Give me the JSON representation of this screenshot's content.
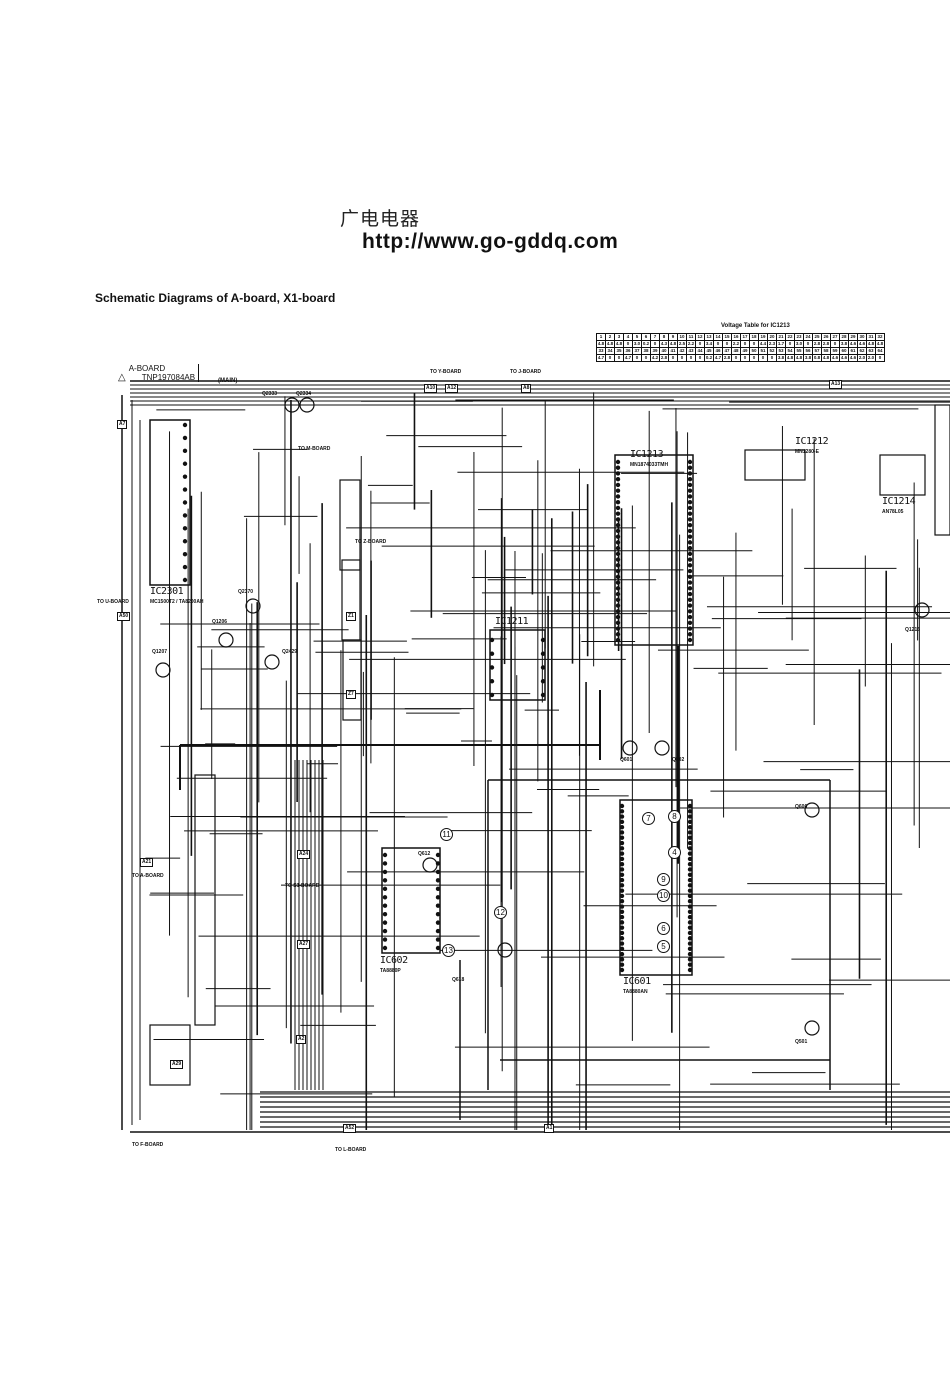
{
  "header": {
    "site_name_cn": "广电电器",
    "url": "http://www.go-gddq.com",
    "title": "Schematic Diagrams of A-board, X1-board"
  },
  "voltage_table": {
    "title": "Voltage Table for IC1213",
    "rows": [
      [
        "1",
        "2",
        "3",
        "4",
        "5",
        "6",
        "7",
        "8",
        "9",
        "10",
        "11",
        "12",
        "13",
        "14",
        "15",
        "16",
        "17",
        "18",
        "19",
        "20",
        "21",
        "22",
        "23",
        "24",
        "25",
        "26",
        "27",
        "28",
        "29",
        "30",
        "31",
        "32"
      ],
      [
        "4.8",
        "4.8",
        "4.8",
        "0",
        "3.0",
        "0.2",
        "0",
        "4.3",
        "4.8",
        "2.5",
        "2.2",
        "0",
        "3.4",
        "0",
        "0",
        "2.2",
        "0",
        "0",
        "4.4",
        "2.3",
        "1.7",
        "0",
        "3.0",
        "0",
        "2.8",
        "2.8",
        "0",
        "3.8",
        "4.6",
        "4.6",
        "4.8",
        "4.8"
      ],
      [
        "33",
        "34",
        "35",
        "36",
        "37",
        "38",
        "39",
        "40",
        "41",
        "42",
        "43",
        "44",
        "45",
        "46",
        "47",
        "48",
        "49",
        "50",
        "51",
        "52",
        "53",
        "54",
        "55",
        "56",
        "57",
        "58",
        "59",
        "60",
        "61",
        "62",
        "63",
        "64"
      ],
      [
        "4.7",
        "0",
        "0",
        "4.7",
        "0",
        "0",
        "4.2",
        "2.8",
        "0",
        "0",
        "0",
        "0",
        "0.2",
        "4.7",
        "2.8",
        "0",
        "0",
        "0",
        "0",
        "0",
        "3.8",
        "4.8",
        "4.8",
        "3.8",
        "0.8",
        "4.8",
        "4.6",
        "4.6",
        "4.6",
        "2.0",
        "2.0",
        "0"
      ]
    ]
  },
  "board": {
    "name": "A-BOARD",
    "part_no": "TNP197084AB",
    "type": "(MAIN)"
  },
  "ics": [
    {
      "ref": "IC2301",
      "part": "MC1500T2 / TA8200AH"
    },
    {
      "ref": "IC1213",
      "part": "MN1874033TMH"
    },
    {
      "ref": "IC1212",
      "part": "MN1280-E"
    },
    {
      "ref": "IC1214",
      "part": "AN78L05"
    },
    {
      "ref": "IC1211",
      "part": ""
    },
    {
      "ref": "IC602",
      "part": "TA8880P"
    },
    {
      "ref": "IC601",
      "part": "TA8880AN"
    }
  ],
  "transistors": [
    "Q2333",
    "Q2334",
    "Q2370",
    "Q1206",
    "Q1207",
    "Q2429",
    "Q1215",
    "Q601",
    "Q602",
    "Q606",
    "Q612",
    "Q618",
    "Q501"
  ],
  "connectors": [
    "A7",
    "A50",
    "A24",
    "A27",
    "A12",
    "A10",
    "A8",
    "A13",
    "Z1",
    "Z7",
    "A52",
    "A1",
    "A21",
    "A2",
    "A29"
  ],
  "board_links": [
    "TO U-BOARD",
    "TO Y-BOARD",
    "TO J-BOARD",
    "TO Z-BOARD",
    "TO M-BOARD",
    "TO S1-BOARD",
    "TO A-BOARD",
    "TO F-BOARD",
    "TO L-BOARD"
  ],
  "test_points": [
    "4",
    "5",
    "6",
    "7",
    "8",
    "9",
    "10",
    "11",
    "12",
    "13"
  ]
}
